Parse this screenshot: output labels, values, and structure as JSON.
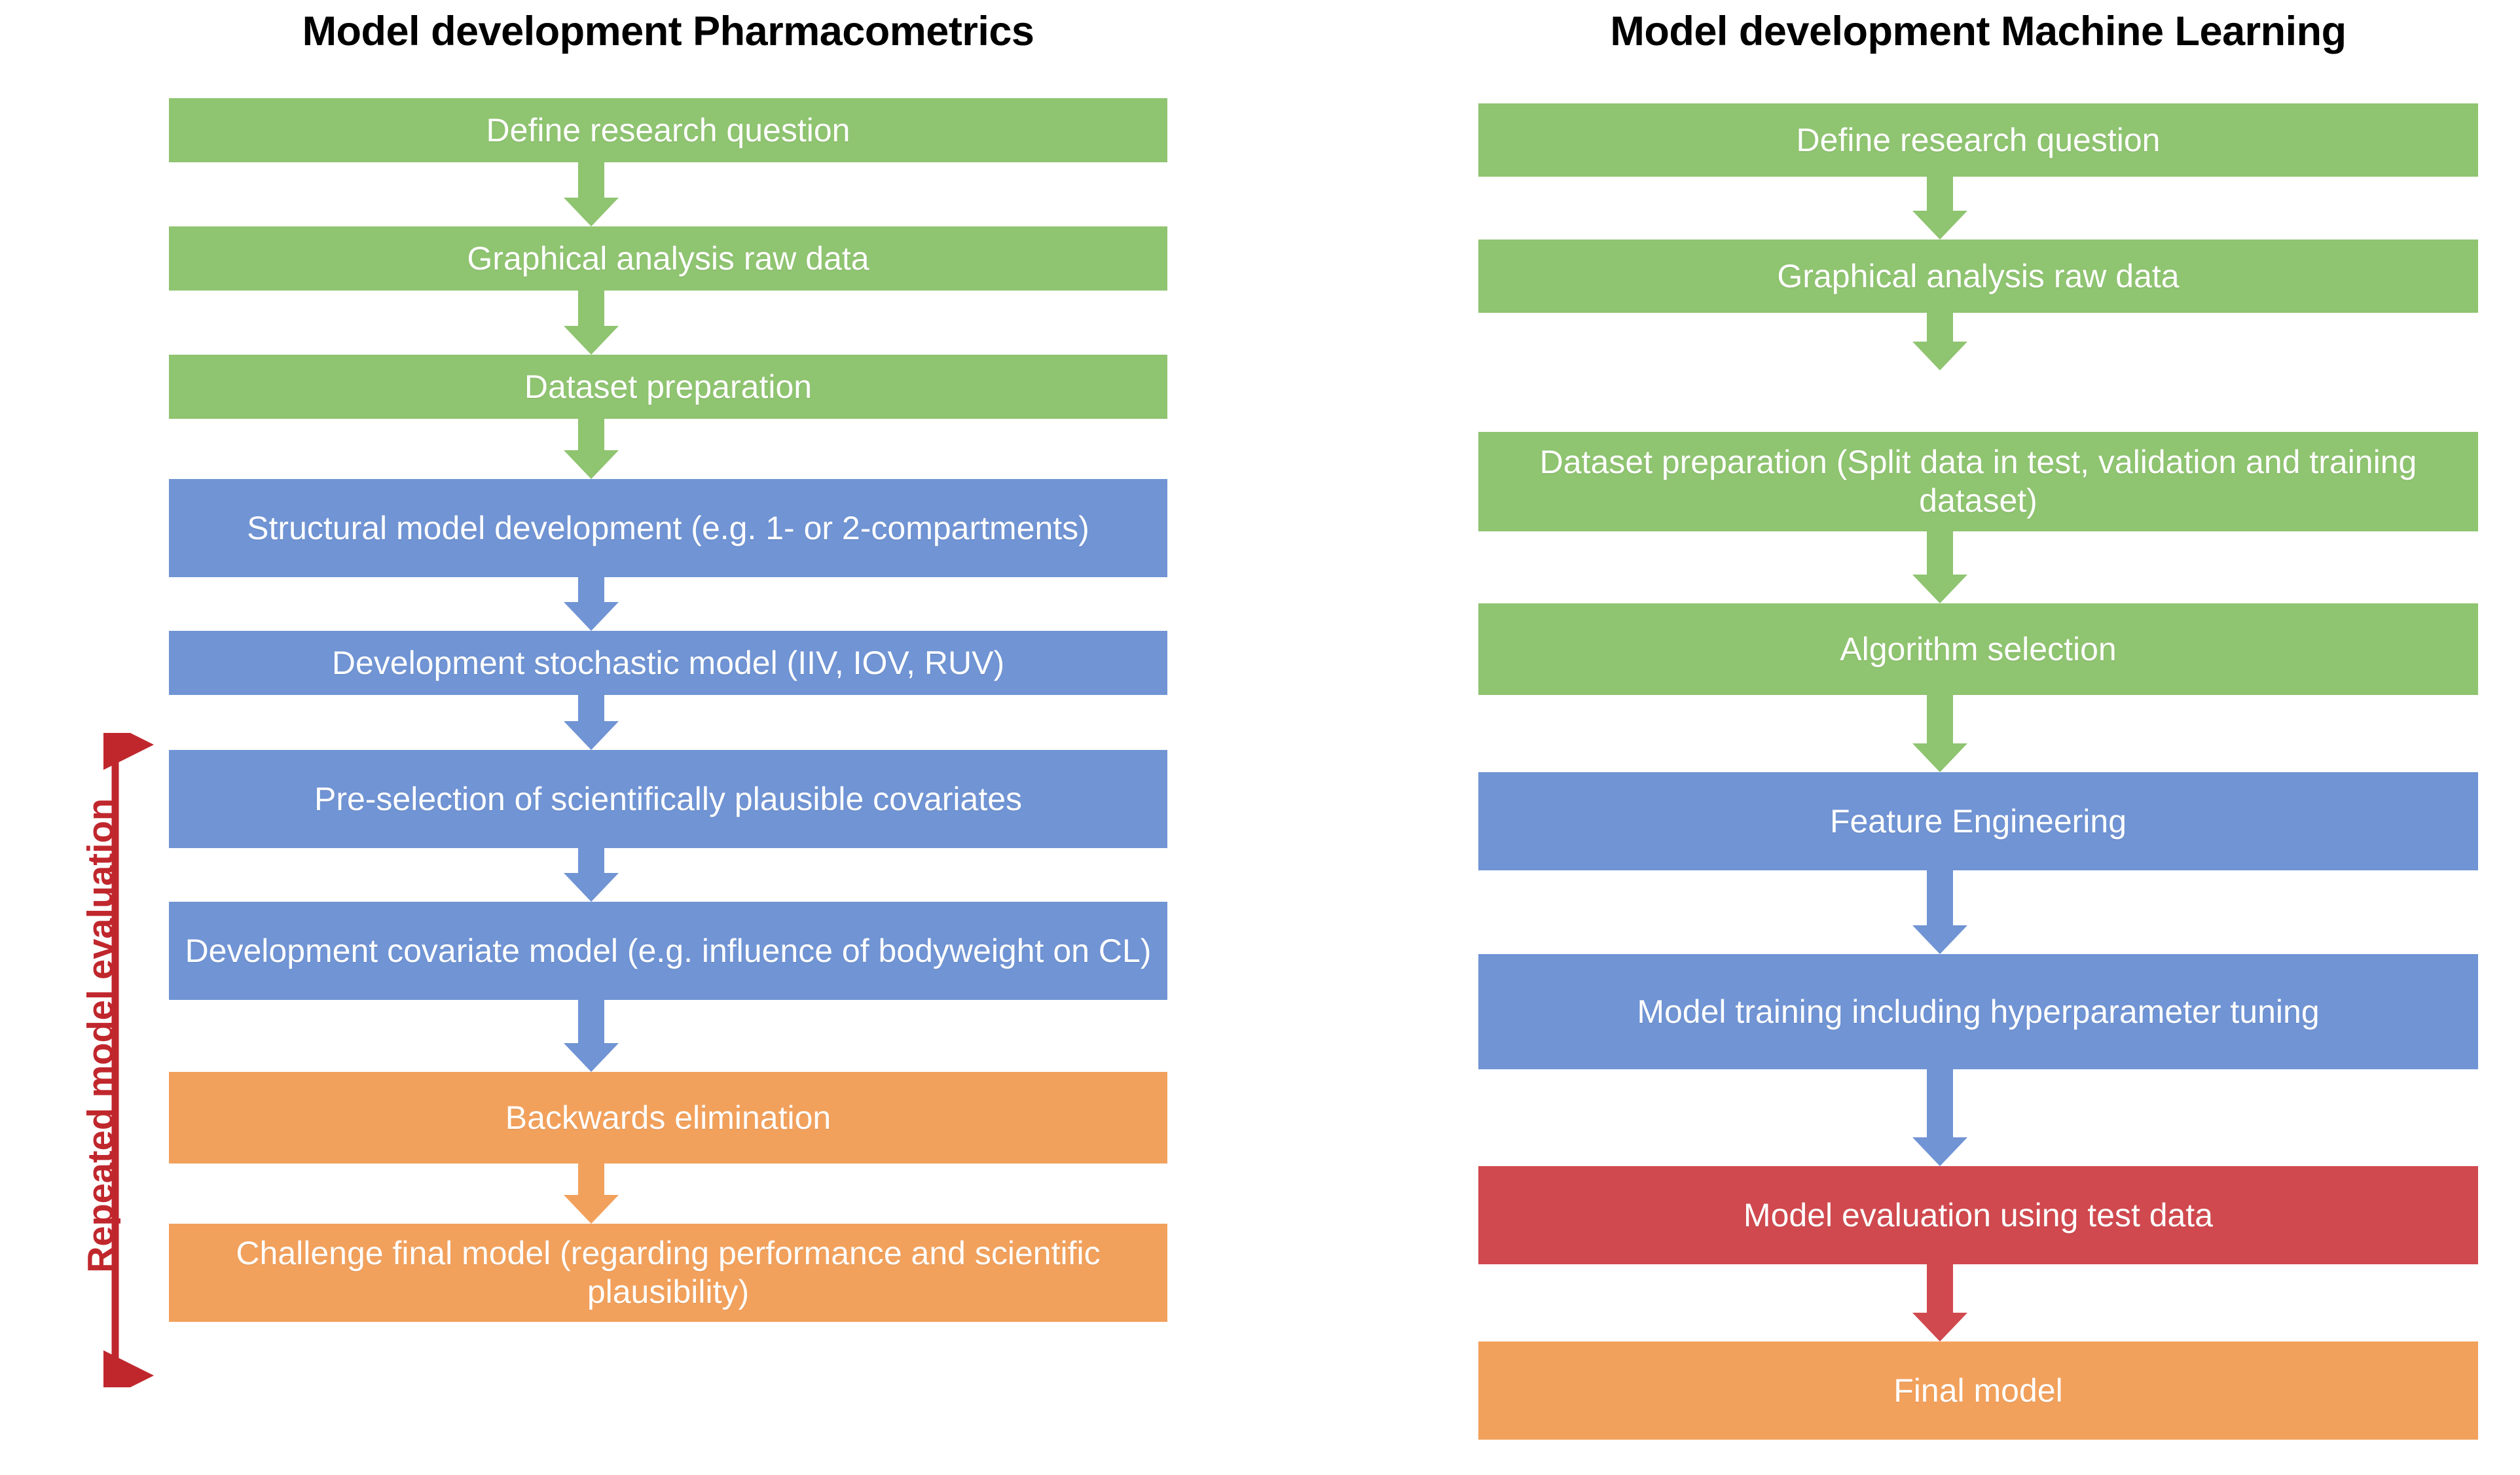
{
  "figure": {
    "type": "flowchart",
    "orientation": "two-column comparison",
    "background_color": "#FFFFFF"
  },
  "palette": {
    "green": "#8FC470",
    "blue": "#7094D4",
    "orange": "#F2A15C",
    "red": "#D0494E",
    "annotation_red": "#C0272D",
    "text_on_box": "#FFFFFF",
    "title_text": "#000000"
  },
  "columns": [
    {
      "id": "pharmacometrics",
      "title": "Model development Pharmacometrics",
      "steps": [
        {
          "label": "Define research question",
          "color": "green"
        },
        {
          "label": "Graphical analysis raw data",
          "color": "green"
        },
        {
          "label": "Dataset preparation",
          "color": "green"
        },
        {
          "label": "Structural model development (e.g. 1- or 2-compartments)",
          "color": "blue"
        },
        {
          "label": "Development stochastic model (IIV, IOV, RUV)",
          "color": "blue"
        },
        {
          "label": "Pre-selection of scientifically plausible covariates",
          "color": "blue"
        },
        {
          "label": "Development covariate model (e.g. influence of bodyweight on CL)",
          "color": "blue"
        },
        {
          "label": "Backwards elimination",
          "color": "orange"
        },
        {
          "label": "Challenge final model (regarding performance and scientific plausibility)",
          "color": "orange"
        }
      ]
    },
    {
      "id": "machine_learning",
      "title": "Model development Machine Learning",
      "steps": [
        {
          "label": "Define research question",
          "color": "green"
        },
        {
          "label": "Graphical analysis raw data",
          "color": "green"
        },
        {
          "label": "Dataset preparation (Split data in test, validation and training dataset)",
          "color": "green"
        },
        {
          "label": "Algorithm selection",
          "color": "green"
        },
        {
          "label": "Feature Engineering",
          "color": "blue"
        },
        {
          "label": "Model training including hyperparameter tuning",
          "color": "blue"
        },
        {
          "label": "Model evaluation using test data",
          "color": "red"
        },
        {
          "label": "Final model",
          "color": "orange"
        }
      ]
    }
  ],
  "annotations": [
    {
      "id": "repeated-model-evaluation",
      "text": "Repeated model evaluation",
      "color": "#C0272D",
      "shape": "double-headed vertical bracket",
      "spans_steps": [
        "Development stochastic model (IIV, IOV, RUV)",
        "Challenge final model (regarding performance and scientific plausibility)"
      ]
    }
  ]
}
